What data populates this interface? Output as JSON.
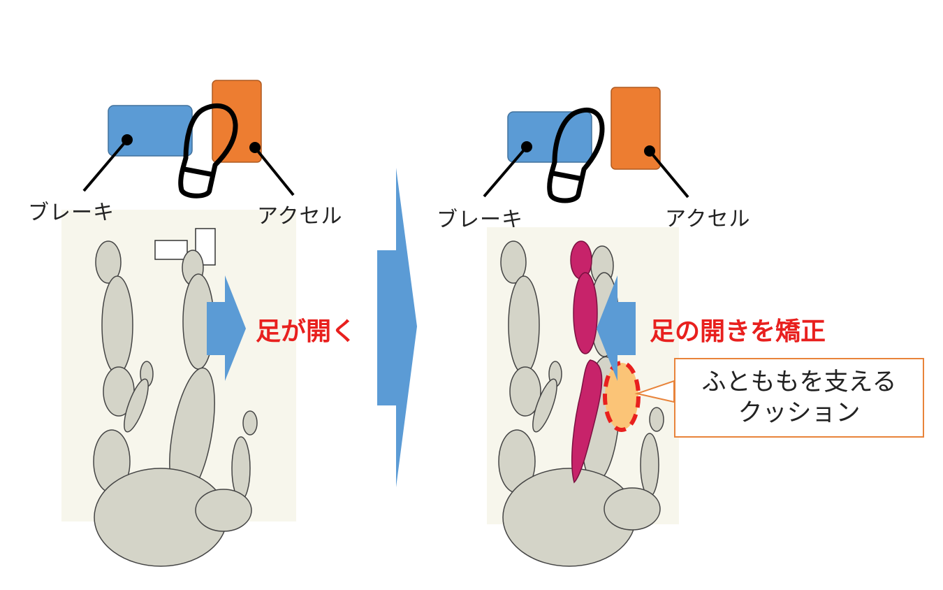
{
  "left_panel": {
    "brake_label": "ブレーキ",
    "accel_label": "アクセル",
    "caption": "足が開く"
  },
  "right_panel": {
    "brake_label": "ブレーキ",
    "accel_label": "アクセル",
    "caption": "足の開きを矯正"
  },
  "callout": {
    "line1": "ふとももを支える",
    "line2": "クッション"
  },
  "colors": {
    "brake": "#5b9bd5",
    "accelerator": "#ed7d31",
    "arrow": "#5b9bd5",
    "caption": "#e8201e",
    "body": "#d4d4c8",
    "cushion": "#fbc477",
    "highlight_leg": "#c7236a"
  }
}
